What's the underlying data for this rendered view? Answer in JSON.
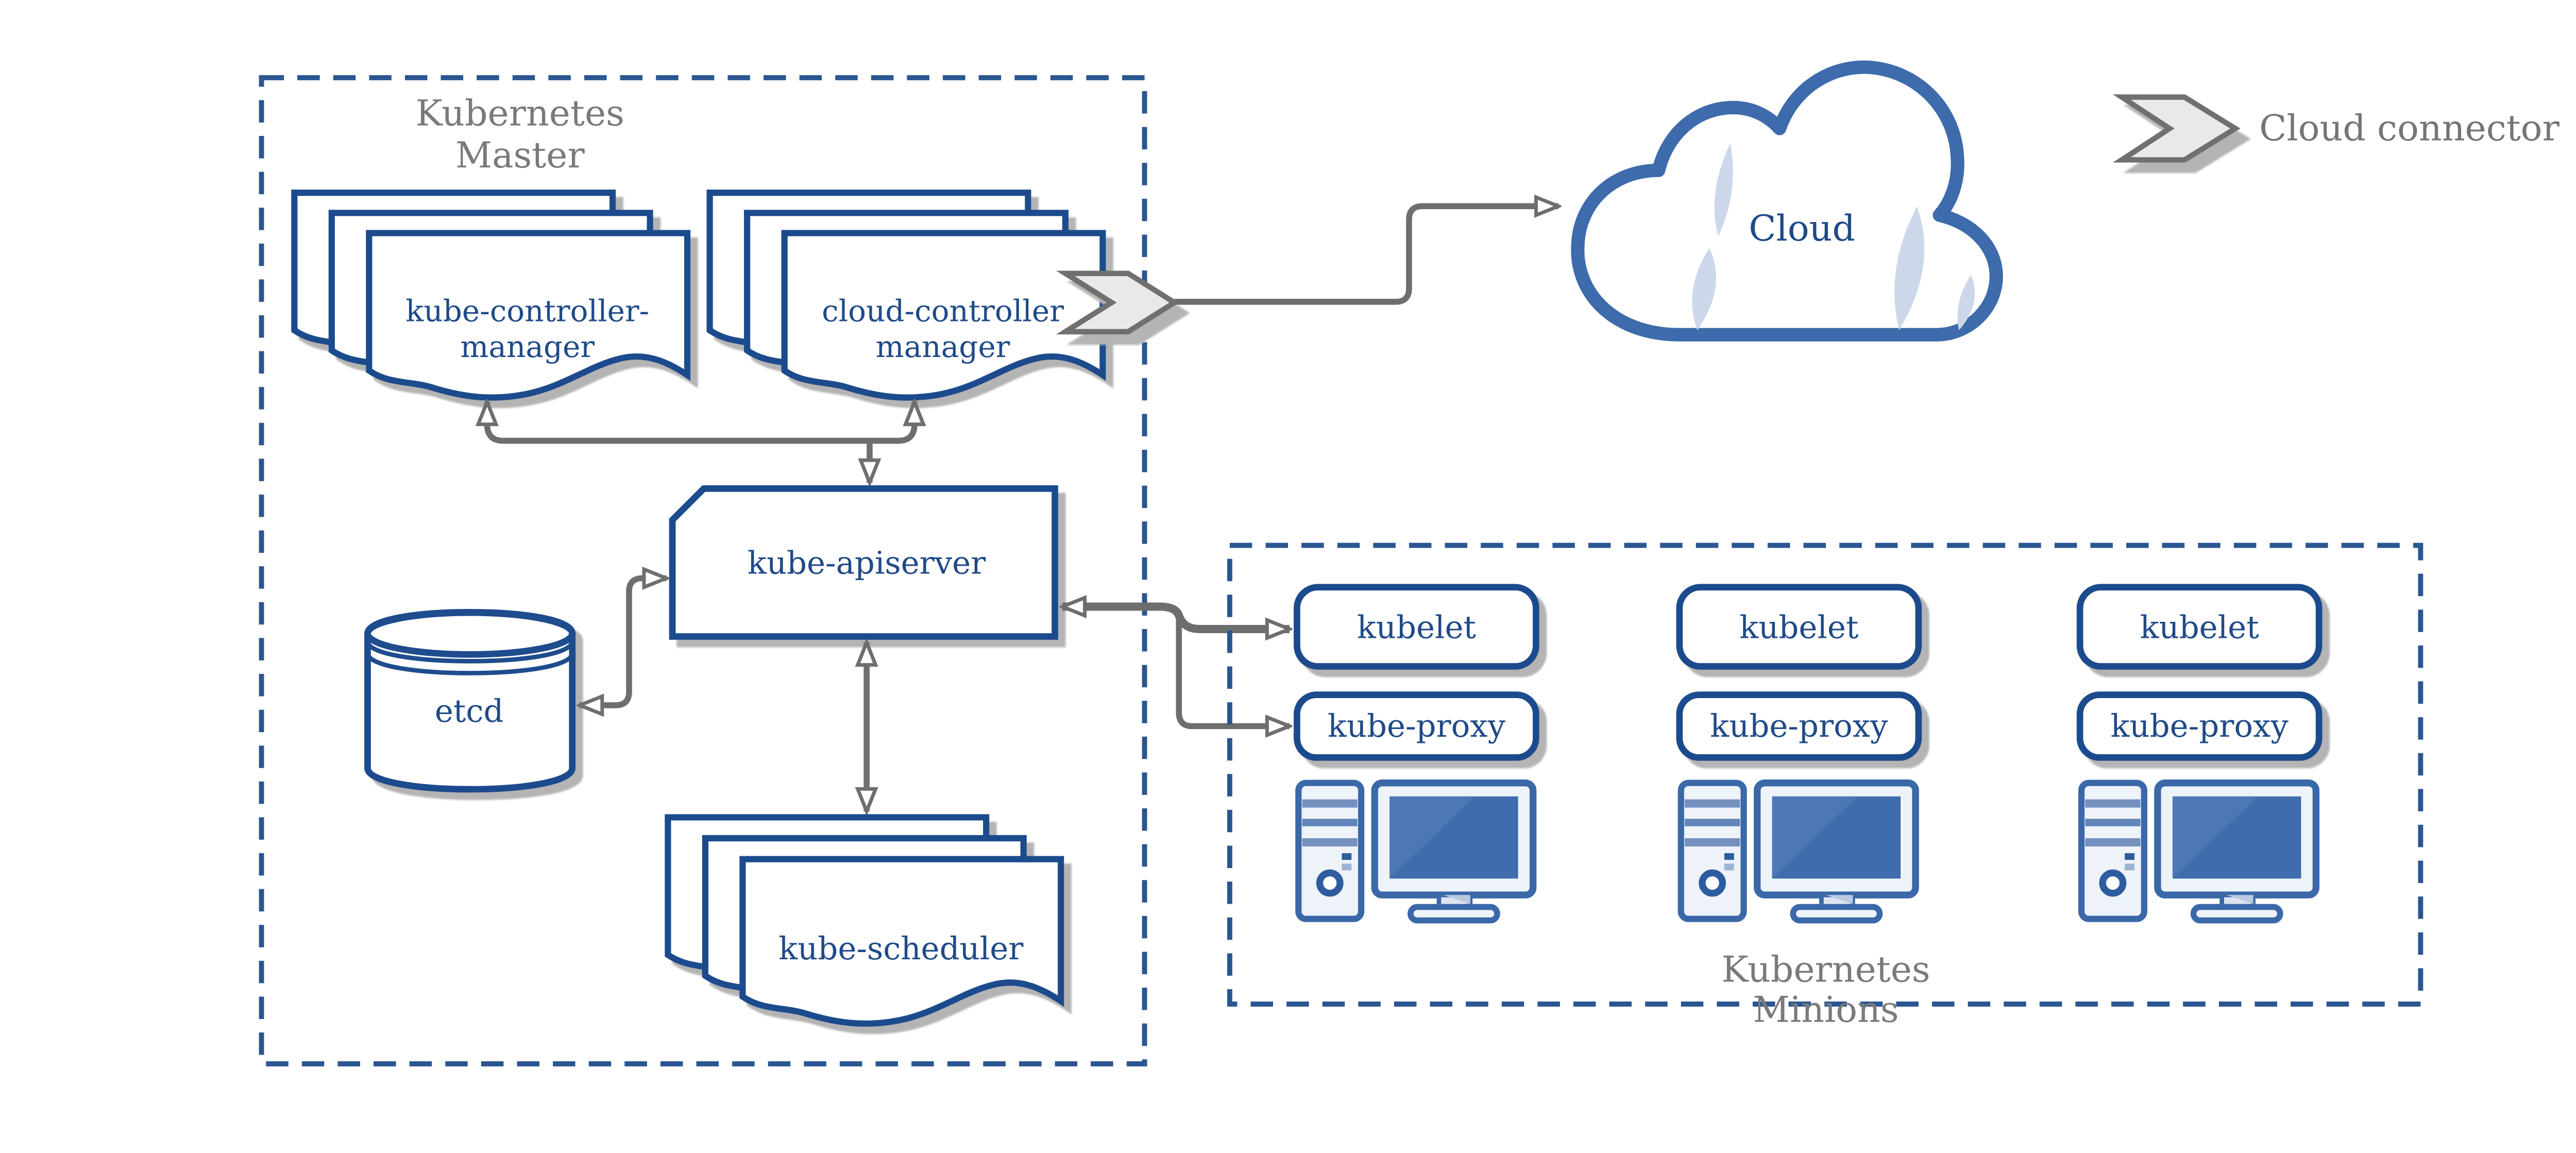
{
  "colors": {
    "shape_blue": "#1e4c8d",
    "text_blue": "#1f4a88",
    "dash_blue": "#2a5691",
    "steel_blue": "#3a68a8",
    "screen_blue": "#3e6cad",
    "light_fill": "#eef3f9",
    "crescent_blue": "#ccd8ea",
    "arrow_gray": "#6e6e6e",
    "label_gray": "#7a7a7a",
    "chevron_fill": "#e9e9e9",
    "shadow_gray": "#b4b4b4"
  },
  "master": {
    "label_line1": "Kubernetes",
    "label_line2": "Master",
    "kube_controller_manager_line1": "kube-controller-",
    "kube_controller_manager_line2": "manager",
    "cloud_controller_manager_line1": "cloud-controller",
    "cloud_controller_manager_line2": "manager",
    "kube_apiserver": "kube-apiserver",
    "etcd": "etcd",
    "kube_scheduler": "kube-scheduler",
    "icons": {
      "controller_stack": "document-stack-icon",
      "etcd": "database-cylinder-icon",
      "apiserver": "beveled-card-shape"
    }
  },
  "cloud": {
    "label": "Cloud",
    "icon": "cloud-icon"
  },
  "legend": {
    "label": "Cloud connector",
    "icon": "cloud-connector-chevron-icon"
  },
  "minions": {
    "label_line1": "Kubernetes",
    "label_line2": "Minions",
    "nodes": [
      {
        "kubelet": "kubelet",
        "kube_proxy": "kube-proxy",
        "icon": "workstation-icon"
      },
      {
        "kubelet": "kubelet",
        "kube_proxy": "kube-proxy",
        "icon": "workstation-icon"
      },
      {
        "kubelet": "kubelet",
        "kube_proxy": "kube-proxy",
        "icon": "workstation-icon"
      }
    ]
  }
}
